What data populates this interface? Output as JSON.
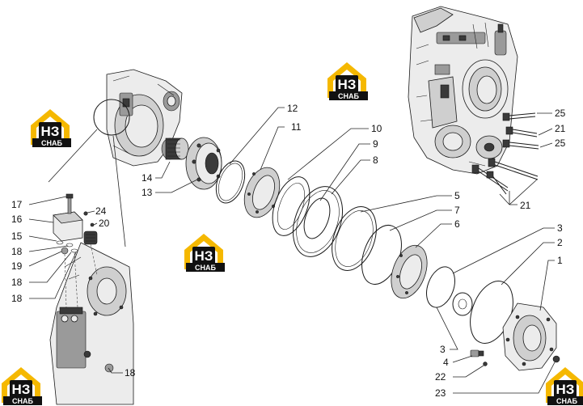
{
  "diagram": {
    "part_labels": {
      "p1": "1",
      "p2": "2",
      "p3a": "3",
      "p3b": "3",
      "p4": "4",
      "p5": "5",
      "p6": "6",
      "p7": "7",
      "p8": "8",
      "p9": "9",
      "p10": "10",
      "p11": "11",
      "p12": "12",
      "p13": "13",
      "p14": "14",
      "p15": "15",
      "p16": "16",
      "p17": "17",
      "p18a": "18",
      "p18b": "18",
      "p18c": "18",
      "p18d": "18",
      "p19": "19",
      "p20": "20",
      "p21a": "21",
      "p21b": "21",
      "p22": "22",
      "p23": "23",
      "p24": "24",
      "p25a": "25",
      "p25b": "25"
    },
    "watermark": {
      "mark": "НЗ",
      "word": "СНАБ",
      "colors": {
        "house": "#f5b800",
        "badge": "#111111",
        "text": "#ffffff"
      }
    }
  }
}
